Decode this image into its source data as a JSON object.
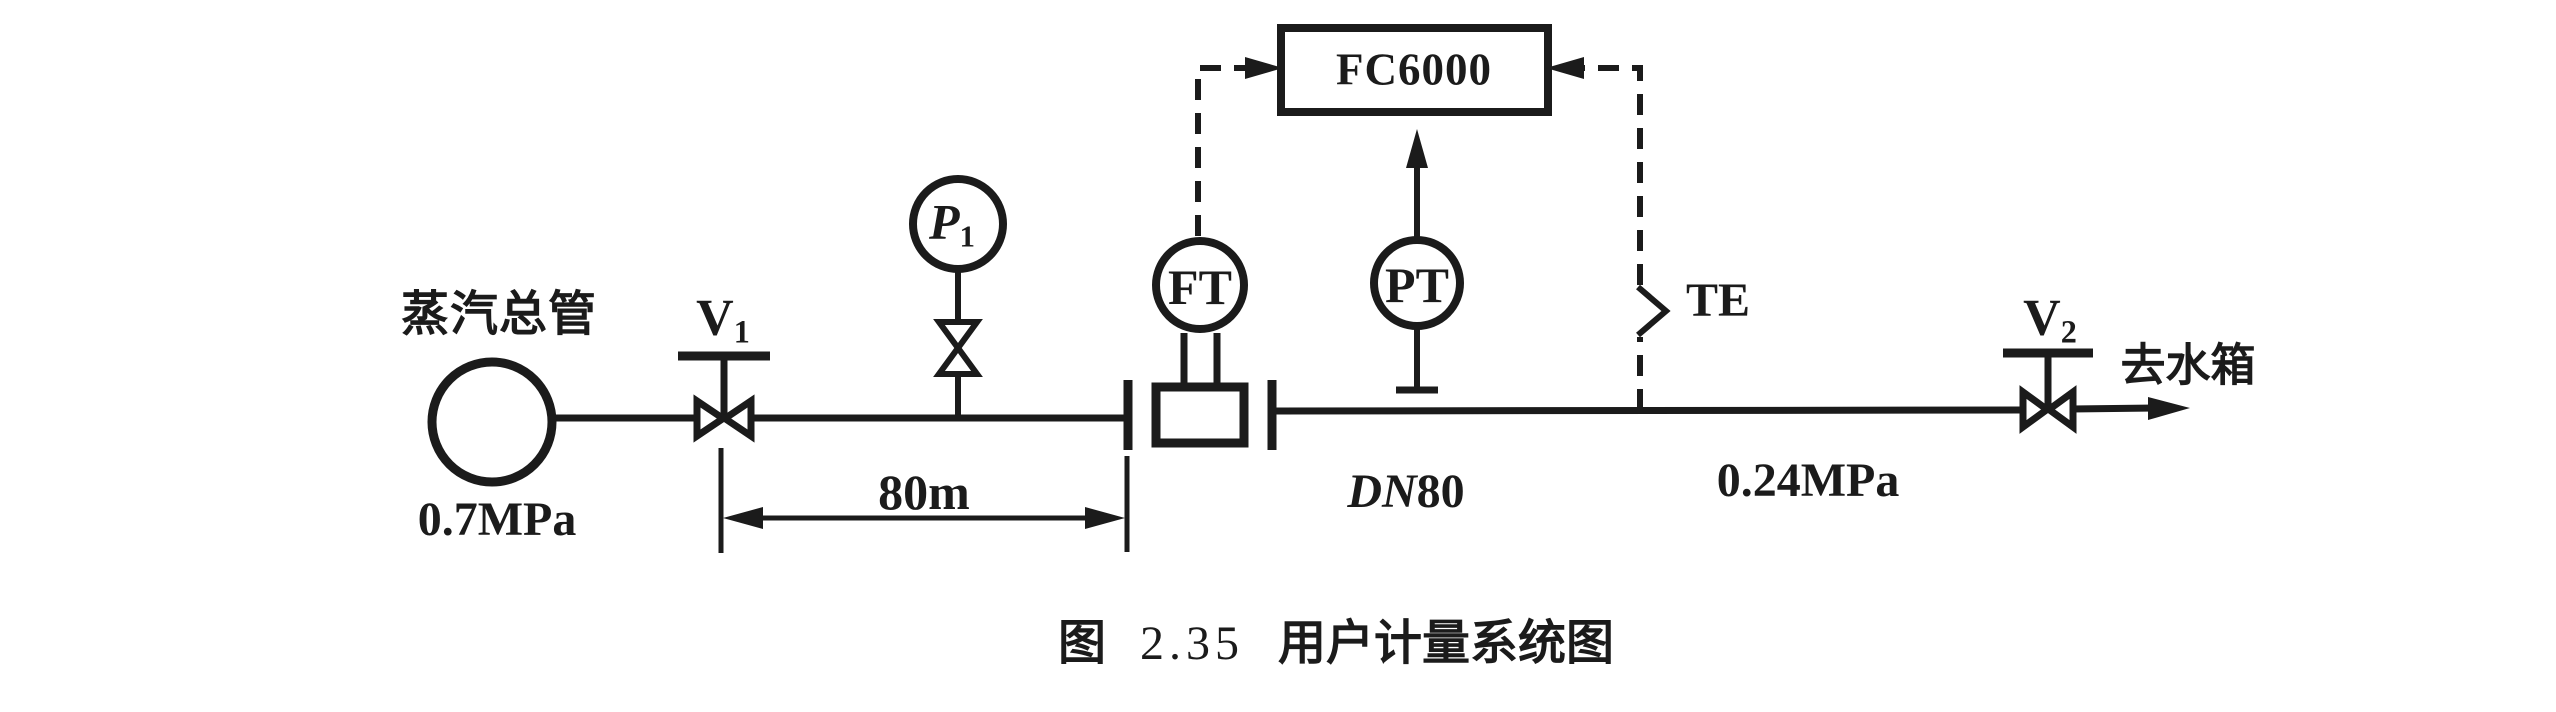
{
  "figure": {
    "caption_prefix": "图",
    "caption_number": "2.35",
    "caption_title": "用户计量系统图"
  },
  "source": {
    "label": "蒸汽总管",
    "pressure": "0.7MPa"
  },
  "valves": {
    "v1_letter": "V",
    "v1_sub": "1",
    "v2_letter": "V",
    "v2_sub": "2"
  },
  "gauge_p1": {
    "letter": "P",
    "sub": "1"
  },
  "instruments": {
    "flow_transmitter": "FT",
    "pressure_transmitter": "PT",
    "temperature_element": "TE",
    "flow_computer": "FC6000"
  },
  "pipe": {
    "distance": "80m",
    "diameter_prefix": "DN",
    "diameter_value": "80",
    "outlet_pressure": "0.24MPa",
    "outlet_label": "去水箱"
  },
  "colors": {
    "ink": "#1b1b1b",
    "background": "#ffffff"
  }
}
